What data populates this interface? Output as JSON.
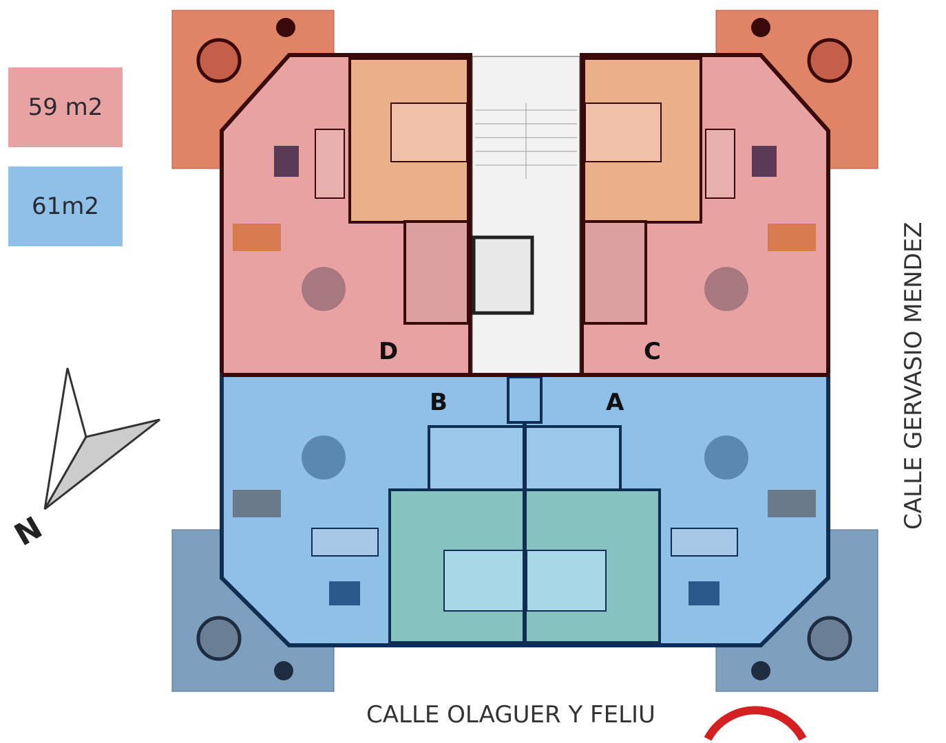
{
  "legend": [
    {
      "label": "59 m2",
      "color": "#e8a2a2"
    },
    {
      "label": "61m2",
      "color": "#8ec0e8"
    }
  ],
  "units": {
    "a": "A",
    "b": "B",
    "c": "C",
    "d": "D"
  },
  "streets": {
    "right": "CALLE GERVASIO MENDEZ",
    "bottom": "CALLE OLAGUER Y FELIU"
  },
  "compass": {
    "label": "N"
  },
  "colors": {
    "red_units": "#e8a2a2",
    "blue_units": "#8ec0e8",
    "terrace_red": "#e08468",
    "terrace_blue": "#7f9fbf",
    "bedroom_orange": "#e9b08a",
    "bedroom_teal": "#86c2c0",
    "wall": "#3a0a0a",
    "wall_blue": "#0e2e52",
    "marker": "#d42020"
  }
}
